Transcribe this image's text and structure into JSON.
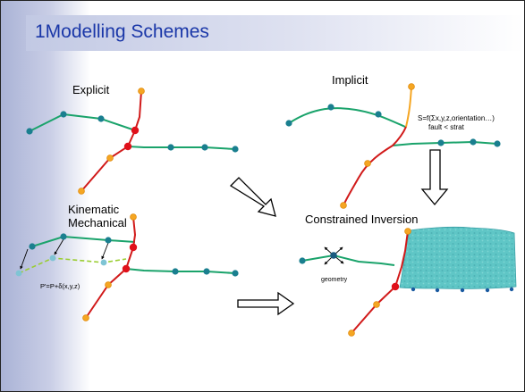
{
  "slide": {
    "title": "1Modelling Schemes"
  },
  "panels": {
    "explicit": "Explicit",
    "implicit": "Implicit",
    "implicit_formula_1": "S=f(Σx,y,z,orientation…)",
    "implicit_formula_2": "fault < strat",
    "kinematic_1": "Kinematic",
    "kinematic_2": "Mechanical",
    "kinematic_formula": "P'=P+δ(x,y,z)",
    "constrained": "Constrained Inversion",
    "geometry": "geometry"
  },
  "colors": {
    "horizon_line": "#1aa36b",
    "horizon_node": "#1a7f8f",
    "fault_line": "#d11a1a",
    "fault_node_outer": "#f5a623",
    "intersection_node": "#e0101a",
    "title_text": "#1a37a8",
    "inversion_volume": "#5fc6c6",
    "dashed_horizon": "#9acd32"
  }
}
